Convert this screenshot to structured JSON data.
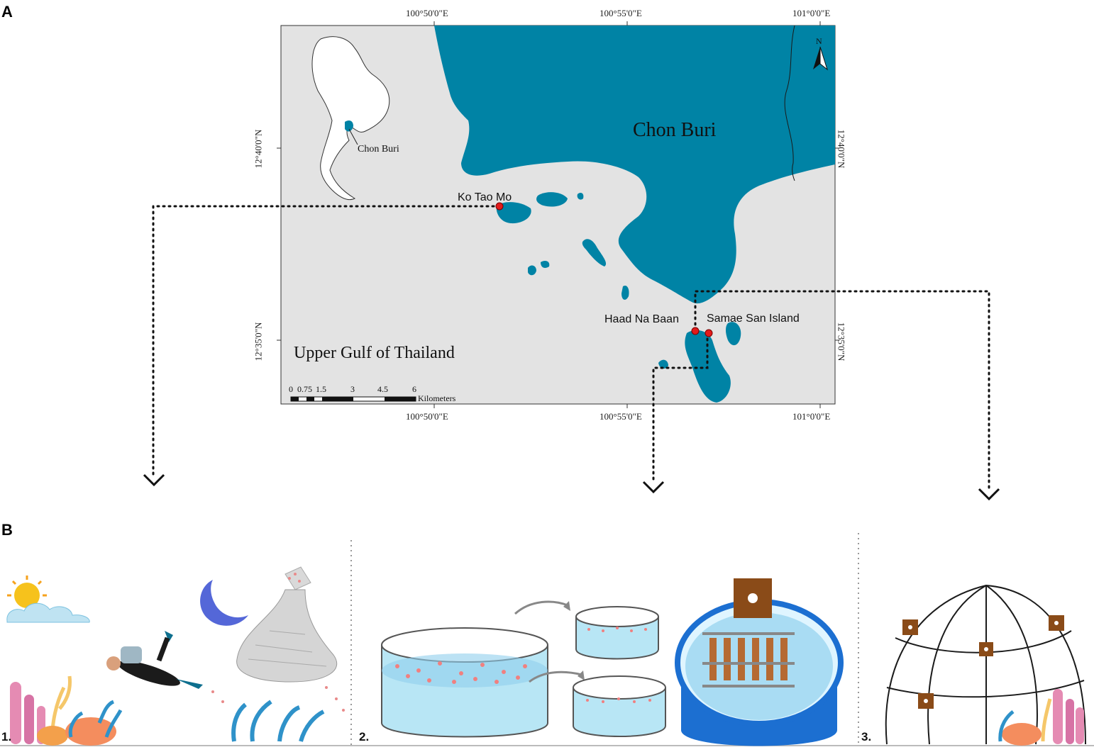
{
  "panels": {
    "a_label": "A",
    "b_label": "B"
  },
  "map": {
    "top_lon_labels": [
      "100°50'0\"E",
      "100°55'0\"E",
      "101°0'0\"E"
    ],
    "bottom_lon_labels": [
      "100°50'0\"E",
      "100°55'0\"E",
      "101°0'0\"E"
    ],
    "left_lat_labels": [
      "12°40'0\"N",
      "12°35'0\"N"
    ],
    "right_lat_labels": [
      "12°40'0\"N",
      "12°35'0\"N"
    ],
    "region_label": "Chon Buri",
    "sea_label": "Upper Gulf of Thailand",
    "inset_label": "Chon Buri",
    "north_label": "N",
    "scalebar": {
      "ticks": [
        "0",
        "0.75",
        "1.5",
        "3",
        "4.5",
        "6"
      ],
      "unit": "Kilometers"
    },
    "sites": [
      {
        "name": "Ko Tao Mo"
      },
      {
        "name": "Haad Na Baan"
      },
      {
        "name": "Samae San Island"
      }
    ],
    "colors": {
      "land": "#0083a5",
      "sea": "#e3e3e3",
      "site_marker": "#e21b1b"
    }
  },
  "steps": [
    {
      "number": "1."
    },
    {
      "number": "2."
    },
    {
      "number": "3."
    }
  ]
}
